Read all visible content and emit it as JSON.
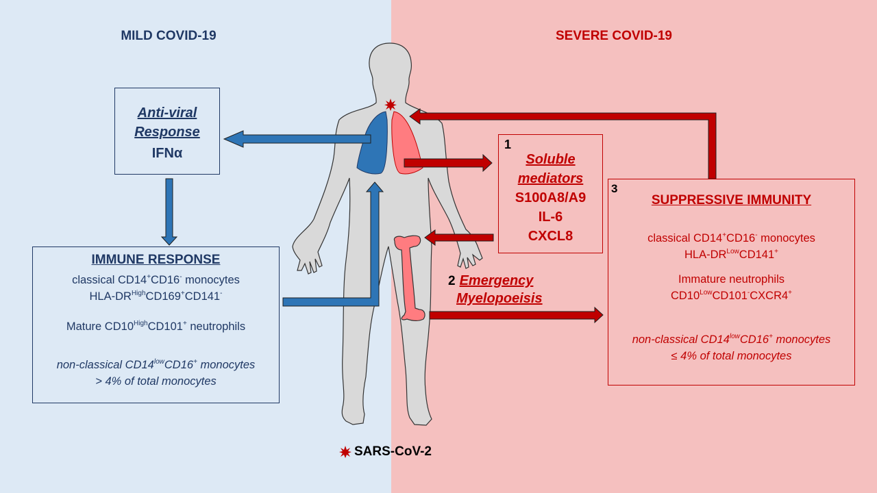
{
  "panels": {
    "mild": {
      "title": "MILD COVID-19",
      "background": "#dde9f5",
      "accent": "#1f3864",
      "arrow_color": "#2e75b6"
    },
    "severe": {
      "title": "SEVERE COVID-19",
      "background": "#f5c0bf",
      "accent": "#c00000",
      "arrow_color": "#c00000"
    }
  },
  "antiviral_box": {
    "heading_line1": "Anti-viral",
    "heading_line2": "Response",
    "value": "IFNα"
  },
  "immune_box": {
    "heading": "IMMUNE RESPONSE",
    "line1": {
      "a": "classical CD14",
      "b": "+",
      "c": "CD16",
      "d": "-",
      "e": " monocytes"
    },
    "line2": {
      "a": "HLA-DR",
      "b": "High",
      "c": "CD169",
      "d": "+",
      "e": "CD141",
      "f": "-"
    },
    "line3": {
      "a": "Mature CD10",
      "b": "High",
      "c": "CD101",
      "d": "+",
      "e": " neutrophils"
    },
    "line4": {
      "a": "non-classical CD14",
      "b": "low",
      "c": "CD16",
      "d": "+",
      "e": " monocytes"
    },
    "line5": "> 4% of total monocytes"
  },
  "soluble_box": {
    "number": "1",
    "heading_line1": "Soluble",
    "heading_line2": "mediators",
    "items": [
      "S100A8/A9",
      "IL-6",
      "CXCL8"
    ]
  },
  "emergency_label": {
    "number": "2",
    "line1": "Emergency",
    "line2": "Myelopoeisis"
  },
  "suppressive_box": {
    "number": "3",
    "heading": "SUPPRESSIVE IMMUNITY",
    "line1": {
      "a": "classical CD14",
      "b": "+",
      "c": "CD16",
      "d": "-",
      "e": " monocytes"
    },
    "line2": {
      "a": "HLA-DR",
      "b": "Low",
      "c": "CD141",
      "d": "+"
    },
    "line3": "Immature neutrophils",
    "line4": {
      "a": "CD10",
      "b": "Low",
      "c": "CD101",
      "d": "-",
      "e": "CXCR4",
      "f": "+"
    },
    "line5": {
      "a": "non-classical CD14",
      "b": "low",
      "c": "CD16",
      "d": "+",
      "e": " monocytes"
    },
    "line6": "≤ 4% of total monocytes"
  },
  "legend": {
    "icon": "virus-star-icon",
    "label": "SARS-CoV-2",
    "color": "#c00000"
  },
  "figure": {
    "body_color": "#d9d9d9",
    "lung_left_color": "#2e75b6",
    "lung_right_color": "#ff7c80",
    "bone_color": "#ff7c80"
  }
}
